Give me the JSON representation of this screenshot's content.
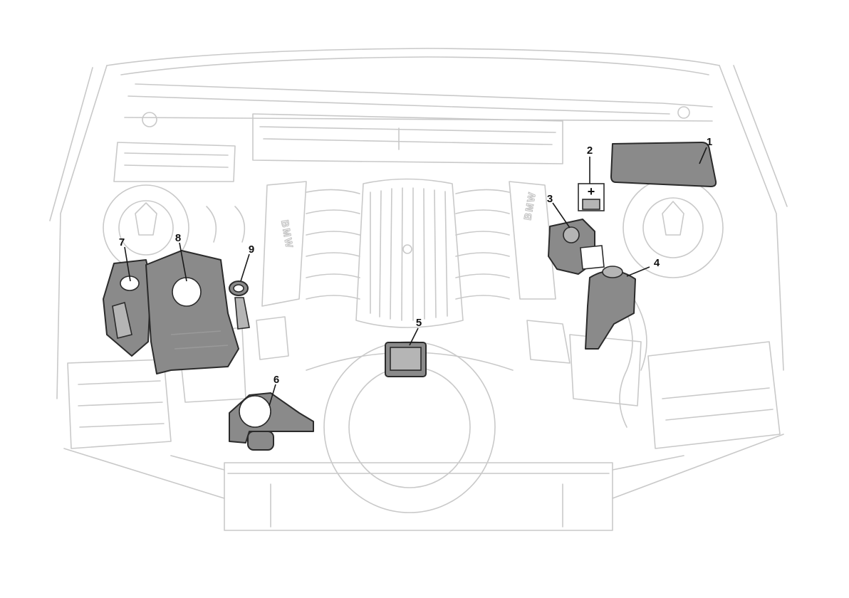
{
  "diagram": {
    "callouts": [
      "1",
      "2",
      "3",
      "4",
      "5",
      "6",
      "7",
      "8",
      "9"
    ],
    "battery_terminal_symbol": "+",
    "cam_cover_brand_left": "BMW",
    "cam_cover_brand_right": "BMW"
  },
  "colors": {
    "line_art": "#c9c9c9",
    "highlight_part": "#8a8a8a",
    "outline": "#2b2b2b"
  }
}
